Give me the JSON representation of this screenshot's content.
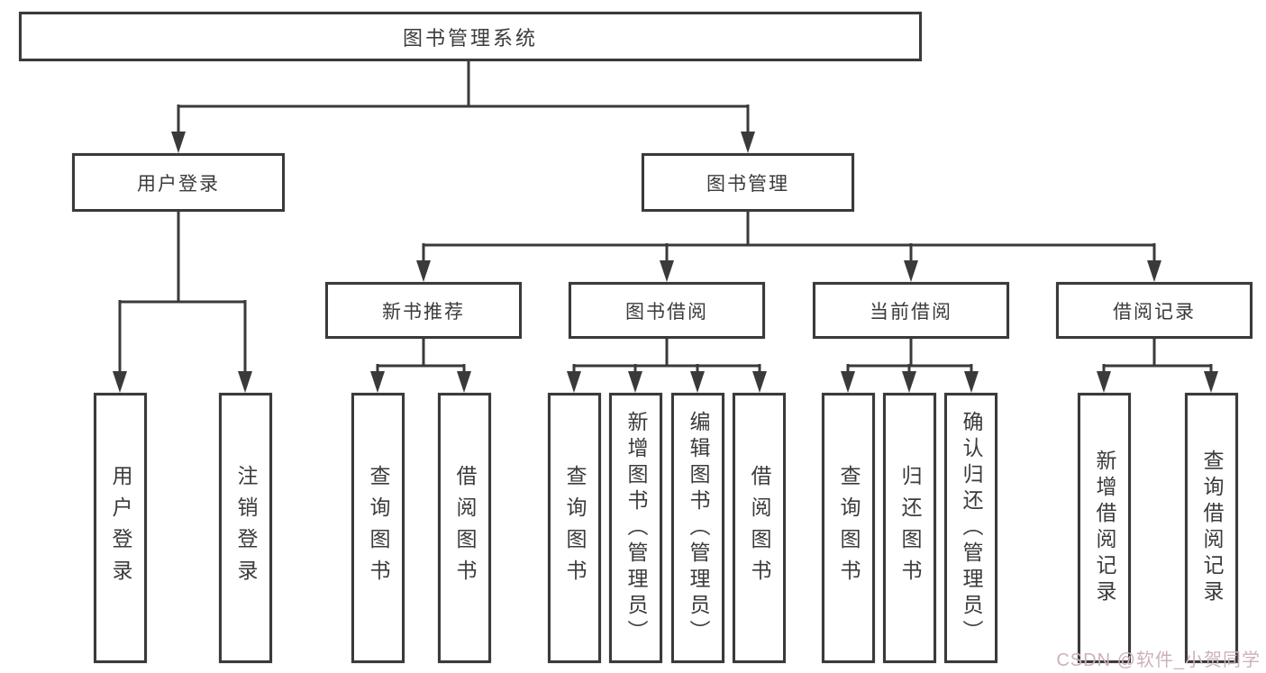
{
  "diagram": {
    "title": "图书管理系统",
    "branches": [
      {
        "label": "用户登录",
        "children": [
          {
            "label": "用户登录"
          },
          {
            "label": "注销登录"
          }
        ]
      },
      {
        "label": "图书管理",
        "children": [
          {
            "label": "新书推荐",
            "children": [
              {
                "label": "查询图书"
              },
              {
                "label": "借阅图书"
              }
            ]
          },
          {
            "label": "图书借阅",
            "children": [
              {
                "label": "查询图书"
              },
              {
                "label": "新增图书（管理员）"
              },
              {
                "label": "编辑图书（管理员）"
              },
              {
                "label": "借阅图书"
              }
            ]
          },
          {
            "label": "当前借阅",
            "children": [
              {
                "label": "查询图书"
              },
              {
                "label": "归还图书"
              },
              {
                "label": "确认归还（管理员）"
              }
            ]
          },
          {
            "label": "借阅记录",
            "children": [
              {
                "label": "新增借阅记录"
              },
              {
                "label": "查询借阅记录"
              }
            ]
          }
        ]
      }
    ]
  },
  "colors": {
    "line": "#3a3a3a",
    "box_border": "#3a3a3a",
    "box_bg": "#ffffff",
    "text": "#3b3b3b",
    "watermark": "#ccb2b8"
  },
  "watermark": {
    "text": "CSDN @软件_小贺同学"
  }
}
